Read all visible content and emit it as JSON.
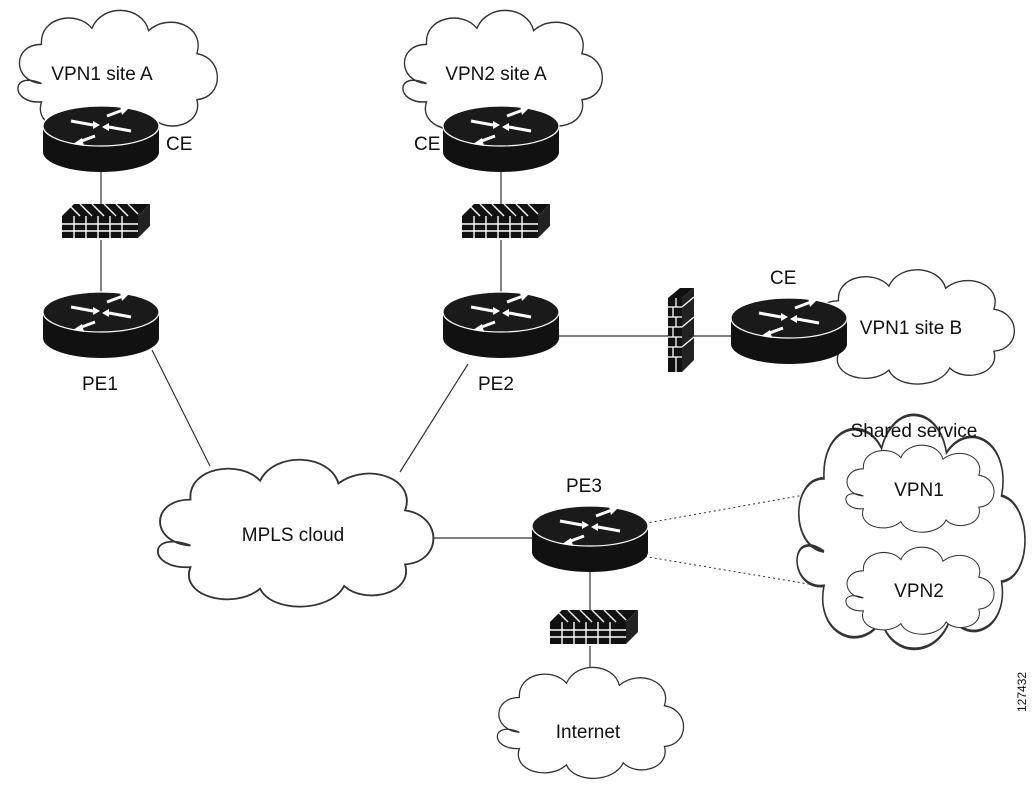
{
  "labels": {
    "vpn1_site_a": "VPN1 site A",
    "vpn2_site_a": "VPN2 site A",
    "vpn1_site_b": "VPN1 site B",
    "ce": "CE",
    "pe1": "PE1",
    "pe2": "PE2",
    "pe3": "PE3",
    "mpls_cloud": "MPLS cloud",
    "shared_service": "Shared service",
    "vpn1": "VPN1",
    "vpn2": "VPN2",
    "internet": "Internet",
    "figure_id": "127432"
  }
}
